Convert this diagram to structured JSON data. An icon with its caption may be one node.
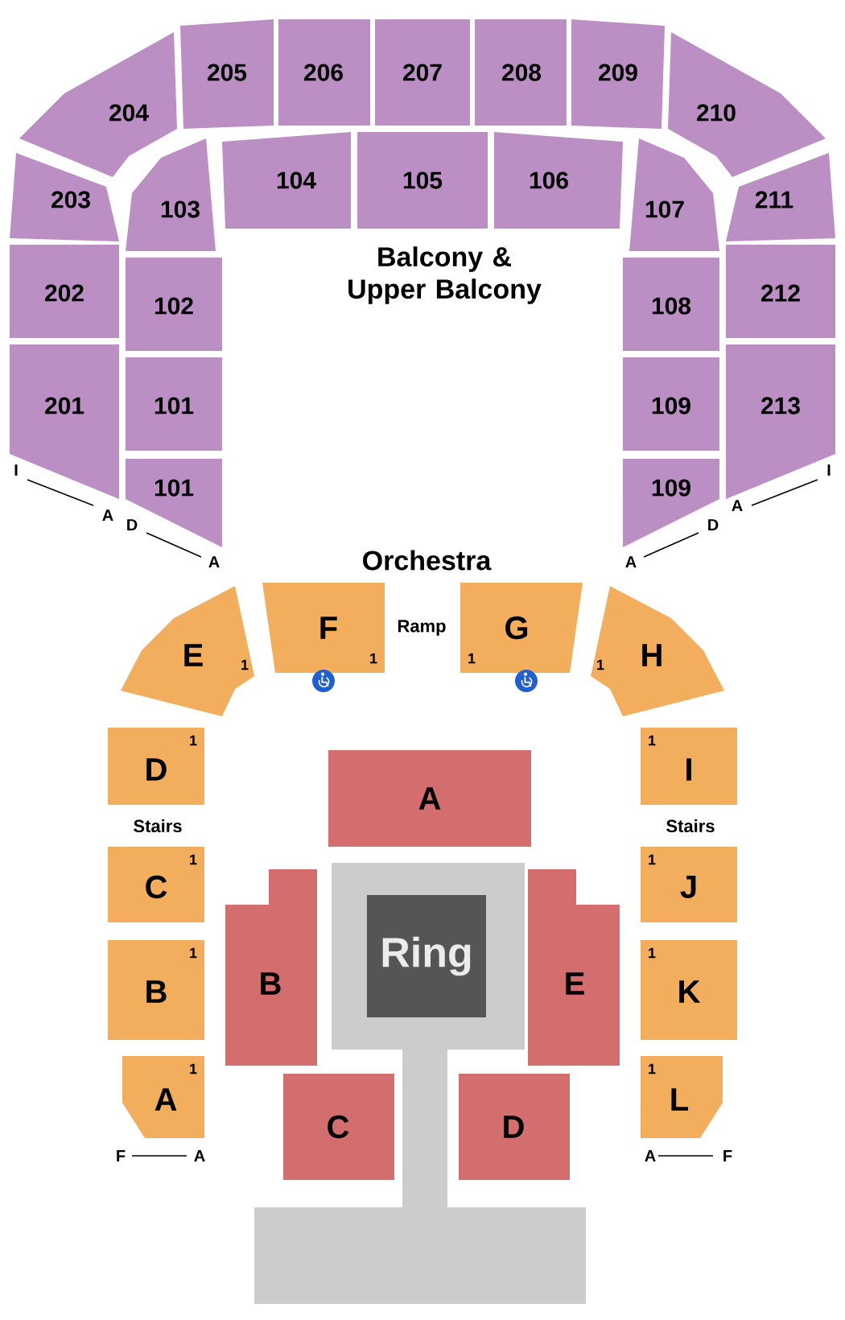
{
  "diagram": {
    "nodes": [
      {
        "text": [
          "205"
        ]
      },
      {
        "text": [
          "206"
        ]
      },
      {
        "text": [
          "207"
        ]
      },
      {
        "text": [
          "208"
        ]
      },
      {
        "text": [
          "209"
        ]
      },
      {
        "text": [
          "204"
        ]
      },
      {
        "text": [
          "210"
        ]
      },
      {
        "text": [
          "104"
        ]
      },
      {
        "text": [
          "105"
        ]
      },
      {
        "text": [
          "106"
        ]
      },
      {
        "text": [
          "203"
        ]
      },
      {
        "text": [
          "103"
        ]
      },
      {
        "text": [
          "107"
        ]
      },
      {
        "text": [
          "211"
        ]
      },
      {
        "text": [
          "202"
        ]
      },
      {
        "text": [
          "102"
        ]
      },
      {
        "text": [
          "108"
        ]
      },
      {
        "text": [
          "212"
        ]
      },
      {
        "text": [
          "201"
        ]
      },
      {
        "text": [
          "101"
        ]
      },
      {
        "text": [
          "109"
        ]
      },
      {
        "text": [
          "213"
        ]
      },
      {
        "text": [
          "101"
        ]
      },
      {
        "text": [
          "109"
        ]
      },
      {
        "text": [
          "F",
          "1"
        ]
      },
      {
        "text": [
          "G",
          "1"
        ]
      },
      {
        "text": [
          "E",
          "1"
        ]
      },
      {
        "text": [
          "1",
          "H"
        ]
      },
      {
        "text": [
          "D",
          "1"
        ]
      },
      {
        "text": [
          "I",
          "1"
        ]
      },
      {
        "text": [
          "A"
        ]
      },
      {
        "text": [
          "C",
          "1"
        ]
      },
      {
        "text": [
          "J",
          "1"
        ]
      },
      {
        "text": [
          "B",
          "1"
        ]
      },
      {
        "text": [
          "B"
        ]
      },
      {
        "text": [
          "Ring"
        ]
      },
      {
        "text": [
          "E"
        ]
      },
      {
        "text": [
          "K",
          "1"
        ]
      },
      {
        "text": [
          "A",
          "1"
        ]
      },
      {
        "text": [
          "C"
        ]
      },
      {
        "text": [
          "D"
        ]
      },
      {
        "text": [
          "L",
          "1"
        ]
      }
    ],
    "labels": [
      "Balcony & Upper Balcony",
      "I",
      "A",
      "D",
      "A",
      "A",
      "D",
      "A",
      "I",
      "Orchestra",
      "Ramp",
      "Stairs",
      "Stairs",
      "F",
      "A",
      "A",
      "F"
    ]
  }
}
